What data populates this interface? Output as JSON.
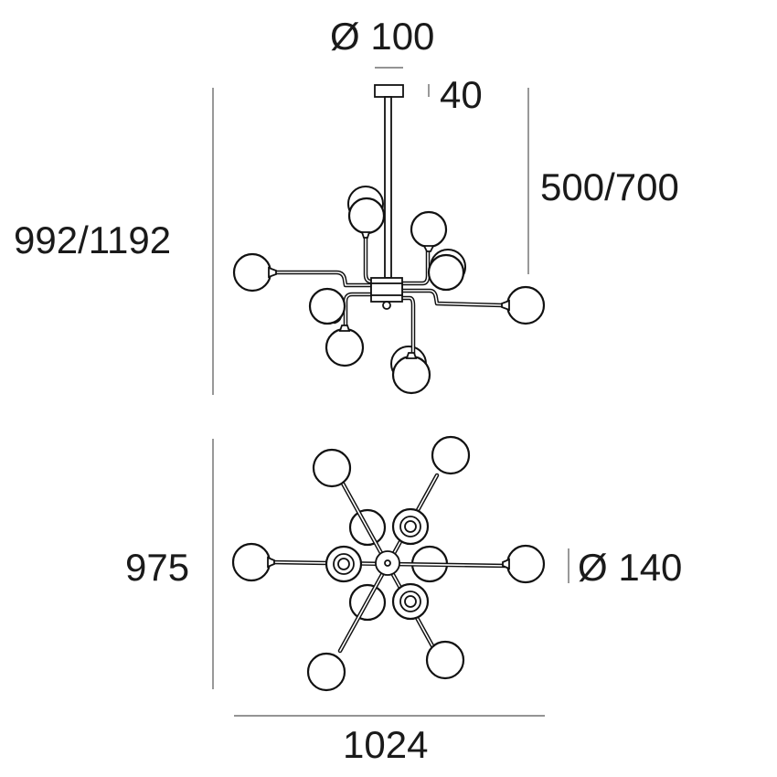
{
  "dimensions": {
    "canopy_diameter": "Ø 100",
    "canopy_height": "40",
    "drop_height": "500/700",
    "total_height": "992/1192",
    "plan_depth": "975",
    "globe_diameter": "Ø 140",
    "total_width": "1024"
  },
  "colors": {
    "line": "#111111",
    "dimension_line": "#555555",
    "text": "#1a1a1a",
    "background": "#ffffff"
  }
}
